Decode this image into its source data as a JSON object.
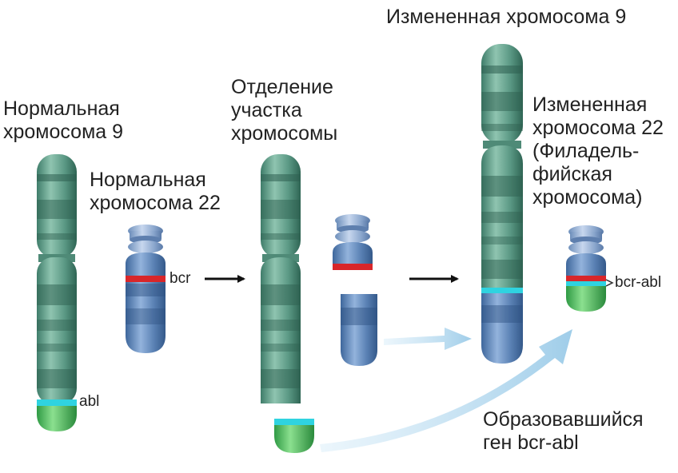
{
  "labels": {
    "normal_chr9": "Нормальная\nхромосома 9",
    "normal_chr22": "Нормальная\nхромосома 22",
    "separation": "Отделение\nучастка\nхромосомы",
    "altered_chr9": "Измененная хромосома 9",
    "altered_chr22": "Измененная\nхромосома 22\n(Филадель-\nфийская\nхромосома)",
    "formed_gene": "Образовавшийся\nген bcr-abl"
  },
  "markers": {
    "bcr": "bcr",
    "abl": "abl",
    "bcr_abl": "bcr-abl"
  },
  "colors": {
    "chr9_green": "#5e9a86",
    "chr22_blue": "#5f86b8",
    "abl_cyan": "#2fd3e0",
    "bcr_red": "#d8262a",
    "tip_green": "#4cb85e",
    "arrow_light": "#a8d2ec",
    "arrow_black": "#111111"
  }
}
